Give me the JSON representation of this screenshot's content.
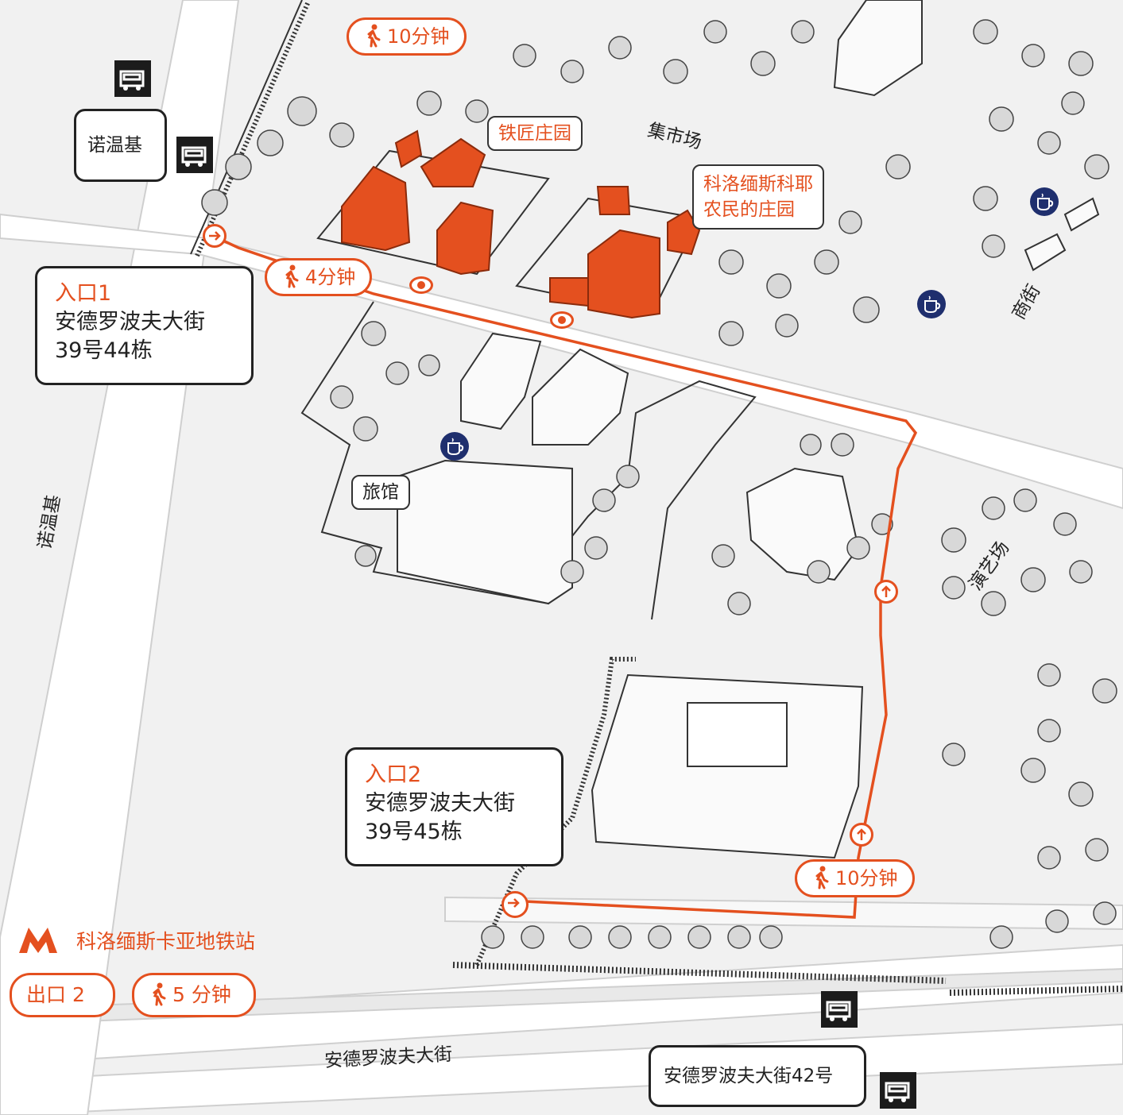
{
  "colors": {
    "accent": "#e4501f",
    "building_fill": "#e4501f",
    "cafe": "#1f2f6e",
    "road": "#ffffff",
    "background": "#f1f1f1"
  },
  "places": {
    "blacksmith_estate": "铁匠庄园",
    "kolomenskoye_farmstead": [
      "科洛缅斯科耶",
      "农民的庄园"
    ],
    "fair": "集市场",
    "hotel": "旅馆",
    "shopping_street": "商街",
    "theater": "演艺场"
  },
  "streets": {
    "nozhenka_callout": "诺温基",
    "nozhenka_road": "诺温基",
    "andropov": "安德罗波夫大街"
  },
  "entrances": {
    "entrance1": {
      "title": "入口1",
      "lines": [
        "安德罗波夫大街",
        "39号44栋"
      ]
    },
    "entrance2": {
      "title": "入口2",
      "lines": [
        "安德罗波夫大街",
        "39号45栋"
      ]
    }
  },
  "walk_times": {
    "top": "10分钟",
    "route_a": "4分钟",
    "route_b": "10分钟",
    "metro": "5 分钟"
  },
  "metro": {
    "station": "科洛缅斯卡亚地铁站",
    "exit": "出口 2"
  },
  "bus_stop_andropov": "安德罗波夫大街42号",
  "icons": [
    "bus-stop-icon",
    "cafe-icon",
    "walk-icon",
    "arrow-right-icon",
    "arrow-up-icon",
    "metro-logo-icon"
  ]
}
